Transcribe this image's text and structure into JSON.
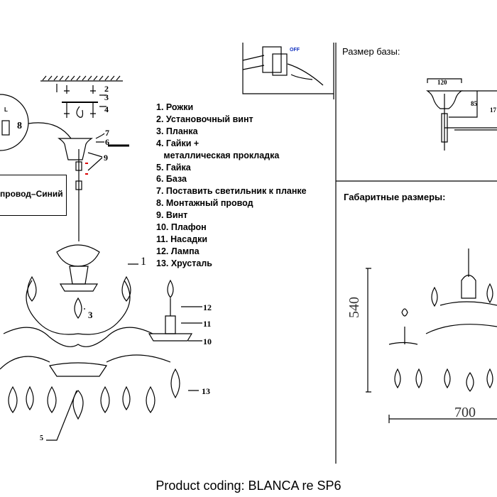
{
  "legend": {
    "items": [
      "1. Рожки",
      "2. Установочный винт",
      "3. Планка",
      "4. Гайки +",
      "   металлическая прокладка",
      "5. Гайка",
      "6. База",
      "7. Поставить светильник к планке",
      "8. Монтажный провод",
      "9. Винт",
      "10. Плафон",
      "11. Насадки",
      "12. Лампа",
      "13. Хрусталь"
    ]
  },
  "wiring": {
    "wire_label": "провод–Синий",
    "terminal_label": "L",
    "callout": "8"
  },
  "switch_panel": {
    "off_label": "OFF"
  },
  "base_size": {
    "title": "Размер базы:",
    "width": "120",
    "height_inner": "85",
    "height_total": "17"
  },
  "dimensions": {
    "title": "Габаритные размеры:",
    "height": "540",
    "width": "700"
  },
  "callouts": {
    "c1": "1",
    "c2": "2",
    "c3": "3",
    "c4": "4",
    "c5": "5",
    "c6": "6",
    "c7": "7",
    "c9": "9",
    "c10": "10",
    "c11": "11",
    "c12": "12",
    "c13": "13",
    "c3b": "3"
  },
  "footer": {
    "product_coding": "Product coding: BLANCA re SP6"
  }
}
